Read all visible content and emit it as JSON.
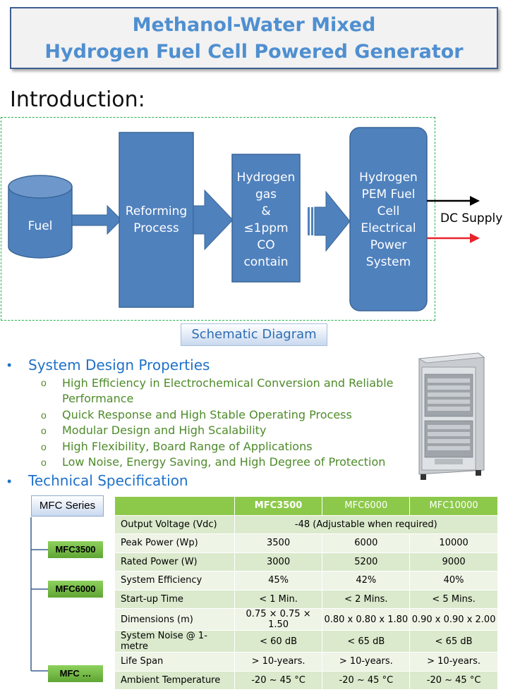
{
  "title": {
    "line1": "Methanol-Water Mixed",
    "line2": "Hydrogen Fuel Cell Powered Generator"
  },
  "intro_heading": "Introduction:",
  "diagram": {
    "fuel": "Fuel",
    "reforming": [
      "Reforming",
      "Process"
    ],
    "hydrogen_gas": [
      "Hydrogen",
      "gas",
      "&",
      "≤1ppm",
      "CO",
      "contain"
    ],
    "pem": [
      "Hydrogen",
      "PEM Fuel",
      "Cell",
      "Electrical",
      "Power",
      "System"
    ],
    "dc_supply": "DC Supply",
    "caption": "Schematic Diagram",
    "colors": {
      "block": "#4f81bd",
      "block_border": "#3a6697",
      "positive": "#000000",
      "negative": "#e8232a",
      "dashed": "#22b04c"
    }
  },
  "design_properties": {
    "heading": "System Design Properties",
    "items": [
      "High Efficiency in Electrochemical Conversion and Reliable",
      "Performance",
      "Quick Response and High Stable Operating Process",
      "Modular Design and High Scalability",
      "High Flexibility, Board Range of Applications",
      "Low Noise, Energy Saving, and High Degree of Protection"
    ]
  },
  "tech_spec": {
    "heading": "Technical Specification",
    "series_label": "MFC Series",
    "tree": [
      "MFC3500",
      "MFC6000",
      "MFC …"
    ],
    "columns": [
      "",
      "MFC3500",
      "MFC6000",
      "MFC10000"
    ],
    "rows": [
      {
        "label": "Output Voltage (Vdc)",
        "merged": "-48 (Adjustable when required)"
      },
      {
        "label": "Peak Power (Wp)",
        "values": [
          "3500",
          "6000",
          "10000"
        ]
      },
      {
        "label": "Rated Power (W)",
        "values": [
          "3000",
          "5200",
          "9000"
        ]
      },
      {
        "label": "System Efficiency",
        "values": [
          "45%",
          "42%",
          "40%"
        ]
      },
      {
        "label": "Start-up Time",
        "values": [
          "< 1 Min.",
          "< 2 Mins.",
          "< 5 Mins."
        ]
      },
      {
        "label": "Dimensions (m)",
        "values": [
          "0.75 × 0.75 × 1.50",
          "0.80 x 0.80 x 1.80",
          "0.90 x 0.90 x 2.00"
        ]
      },
      {
        "label": "System Noise @ 1-metre",
        "values": [
          "< 60 dB",
          "< 65 dB",
          "< 65 dB"
        ]
      },
      {
        "label": "Life Span",
        "values": [
          "> 10-years.",
          "> 10-years.",
          "> 10-years."
        ]
      },
      {
        "label": "Ambient Temperature",
        "values": [
          "-20 ~ 45 °C",
          "-20 ~ 45 °C",
          "-20 ~ 45 °C"
        ]
      }
    ]
  }
}
